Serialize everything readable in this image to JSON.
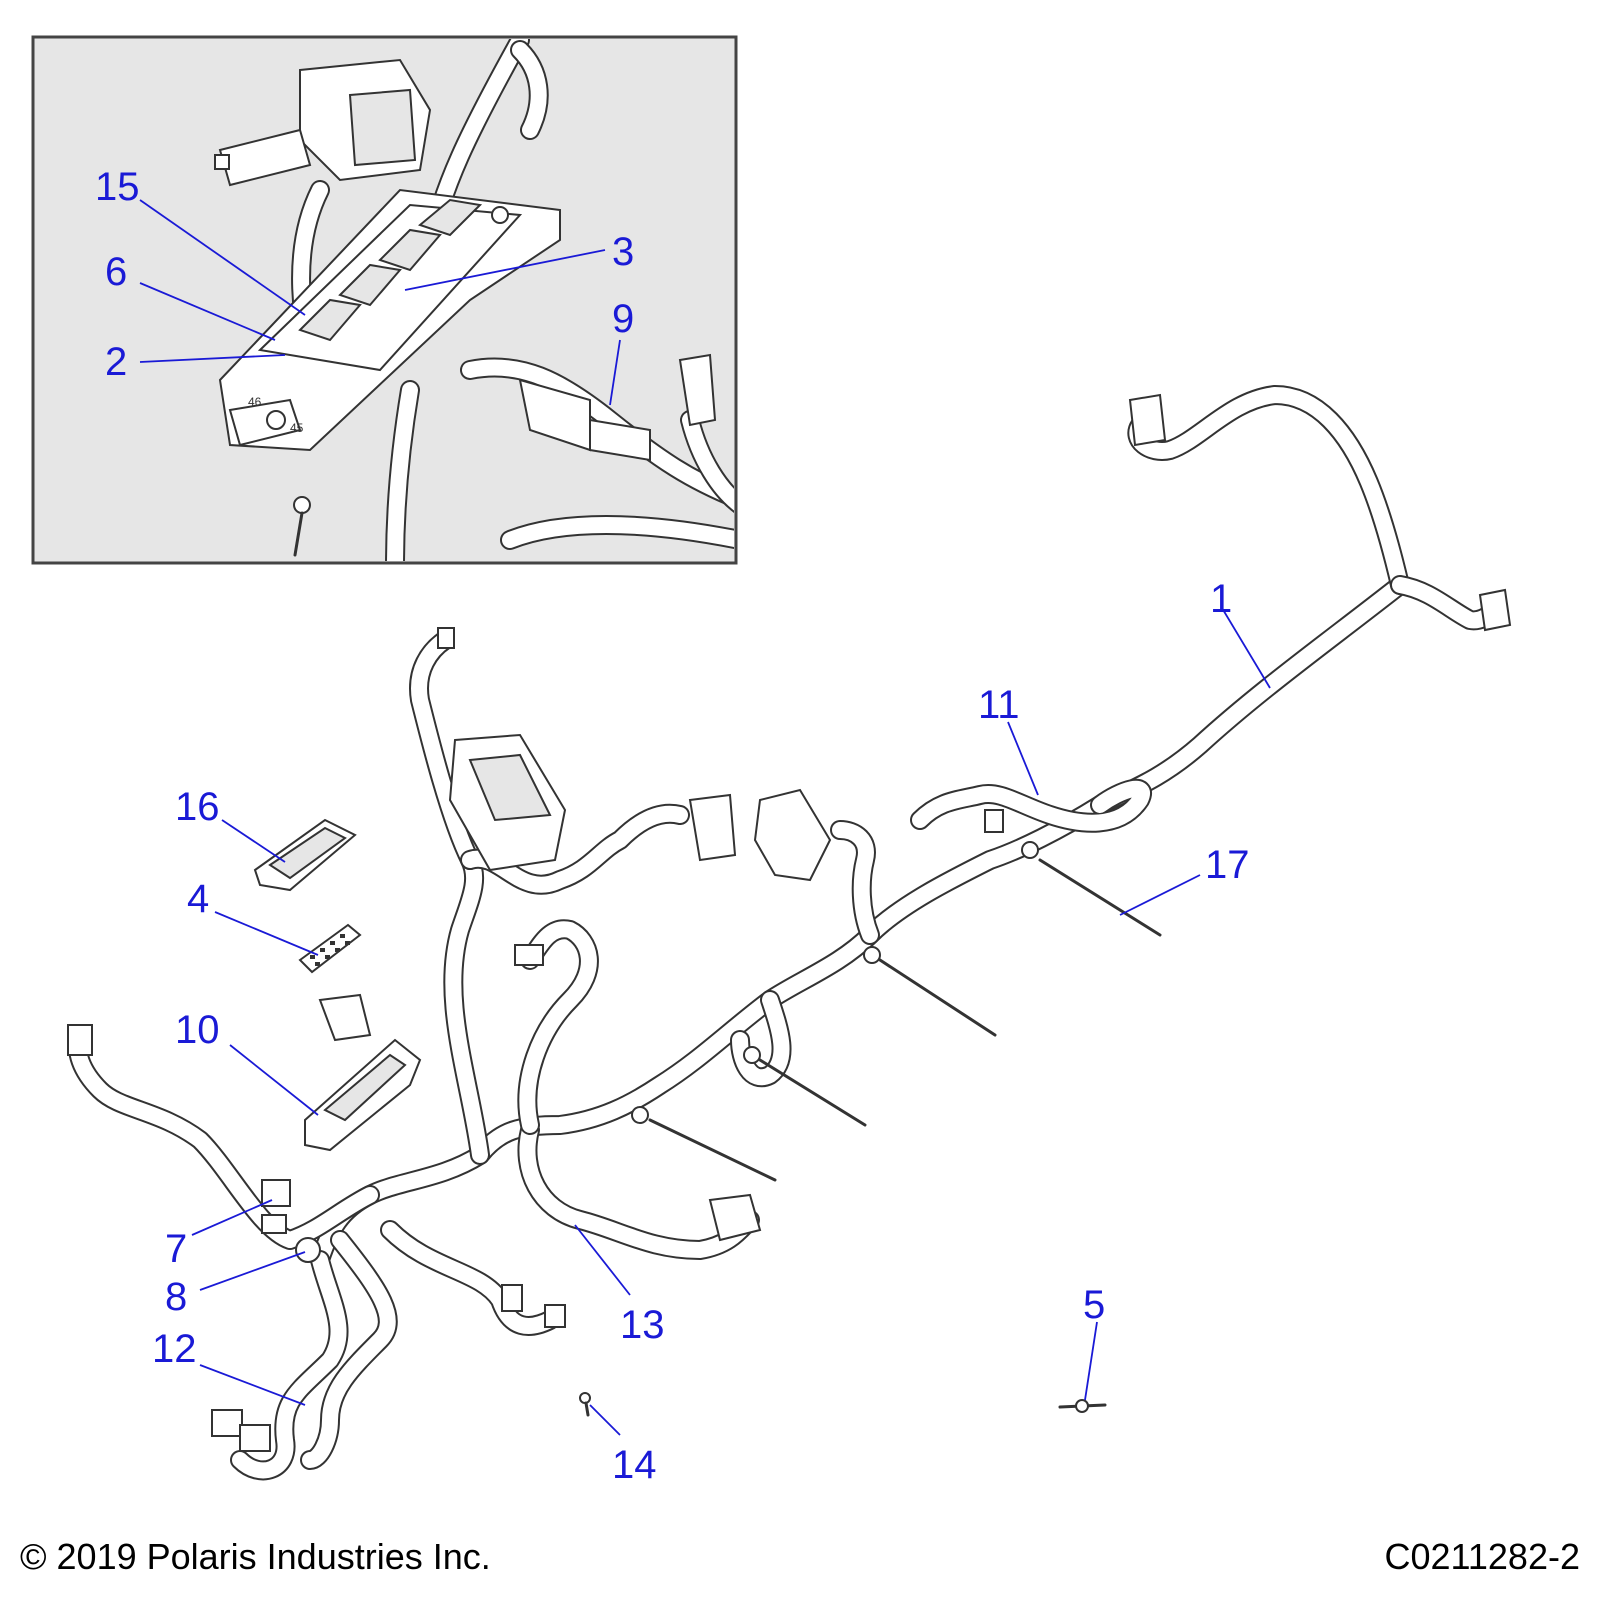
{
  "colors": {
    "callout": "#1a1ad6",
    "inset_background": "#e6e6e6",
    "inset_border": "#444444",
    "line_art": "#333333"
  },
  "callouts": {
    "c1": "1",
    "c2": "2",
    "c3": "3",
    "c4": "4",
    "c5": "5",
    "c6": "6",
    "c7": "7",
    "c8": "8",
    "c9": "9",
    "c10": "10",
    "c11": "11",
    "c12": "12",
    "c13": "13",
    "c14": "14",
    "c15": "15",
    "c16": "16",
    "c17": "17"
  },
  "inset_marks": {
    "m46": "46",
    "m45": "45"
  },
  "footer": {
    "copyright": "© 2019 Polaris Industries Inc.",
    "doc_id": "C0211282-2"
  }
}
